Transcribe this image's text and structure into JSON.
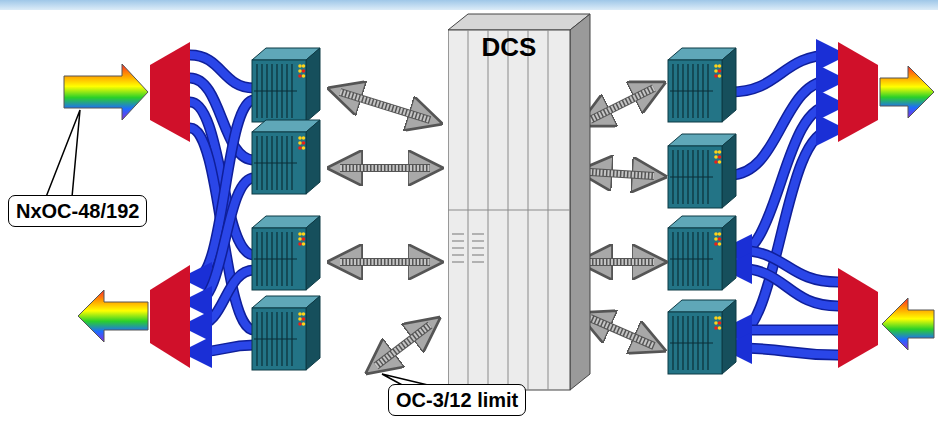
{
  "diagram": {
    "nodes": [
      {
        "text": [
          "DCS"
        ]
      },
      {
        "text": [
          "NxOC-48/192"
        ]
      },
      {
        "text": [
          "OC-3/12 limit"
        ]
      }
    ]
  }
}
